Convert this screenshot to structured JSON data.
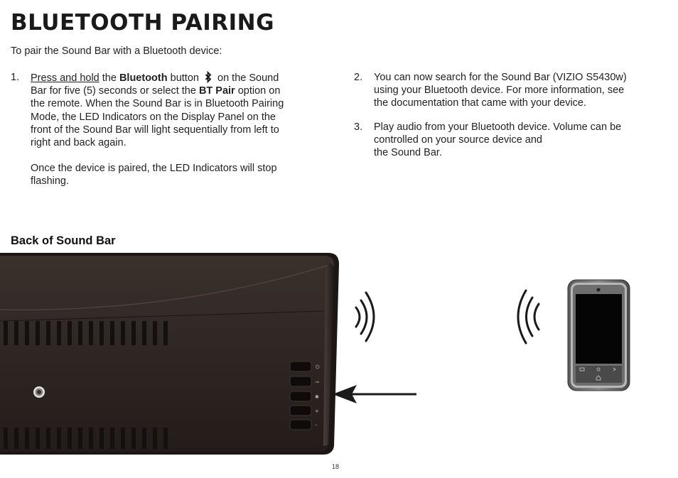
{
  "page": {
    "title": "BLUETOOTH PAIRING",
    "intro": "To pair the Sound Bar with a Bluetooth device:",
    "page_number": "18"
  },
  "steps": [
    {
      "num": "1.",
      "link_text": "Press and hold",
      "t1": " the ",
      "bold1": "Bluetooth",
      "t2": " button ",
      "t3": " on the Sound",
      "l2a": "Bar for five (5) seconds or select the ",
      "bold2": "BT Pair",
      "l2b": " option on",
      "l3": "the remote. When the Sound Bar is in Bluetooth Pairing",
      "l4": "Mode, the LED Indicators on the Display Panel on the",
      "l5": "front of the Sound Bar will light sequentially from left to",
      "l6": "right and back again.",
      "p2a": "Once the device is paired, the LED Indicators will stop",
      "p2b": "flashing."
    },
    {
      "num": "2.",
      "l1": "You can now search for the Sound Bar (VIZIO S5430w)",
      "l2": "using your Bluetooth device. For more information, see",
      "l3": "the documentation that came with your device."
    },
    {
      "num": "3.",
      "l1": "Play audio from your Bluetooth device. Volume can be",
      "l2": "controlled on your source device and",
      "l3": "the Sound Bar."
    }
  ],
  "figure": {
    "heading": "Back of Sound Bar",
    "soundbar_color": "#2b2421",
    "arrow_color": "#1a1a1a",
    "panel_icons": [
      "power-icon",
      "input-icon",
      "bluetooth-icon",
      "volume-up-icon",
      "volume-down-icon"
    ],
    "panel_glyphs": [
      "⏻",
      "⊸",
      "✱",
      "+",
      "–"
    ],
    "phone_icons": [
      "menu-icon",
      "search-icon",
      "back-icon",
      "home-icon"
    ]
  }
}
